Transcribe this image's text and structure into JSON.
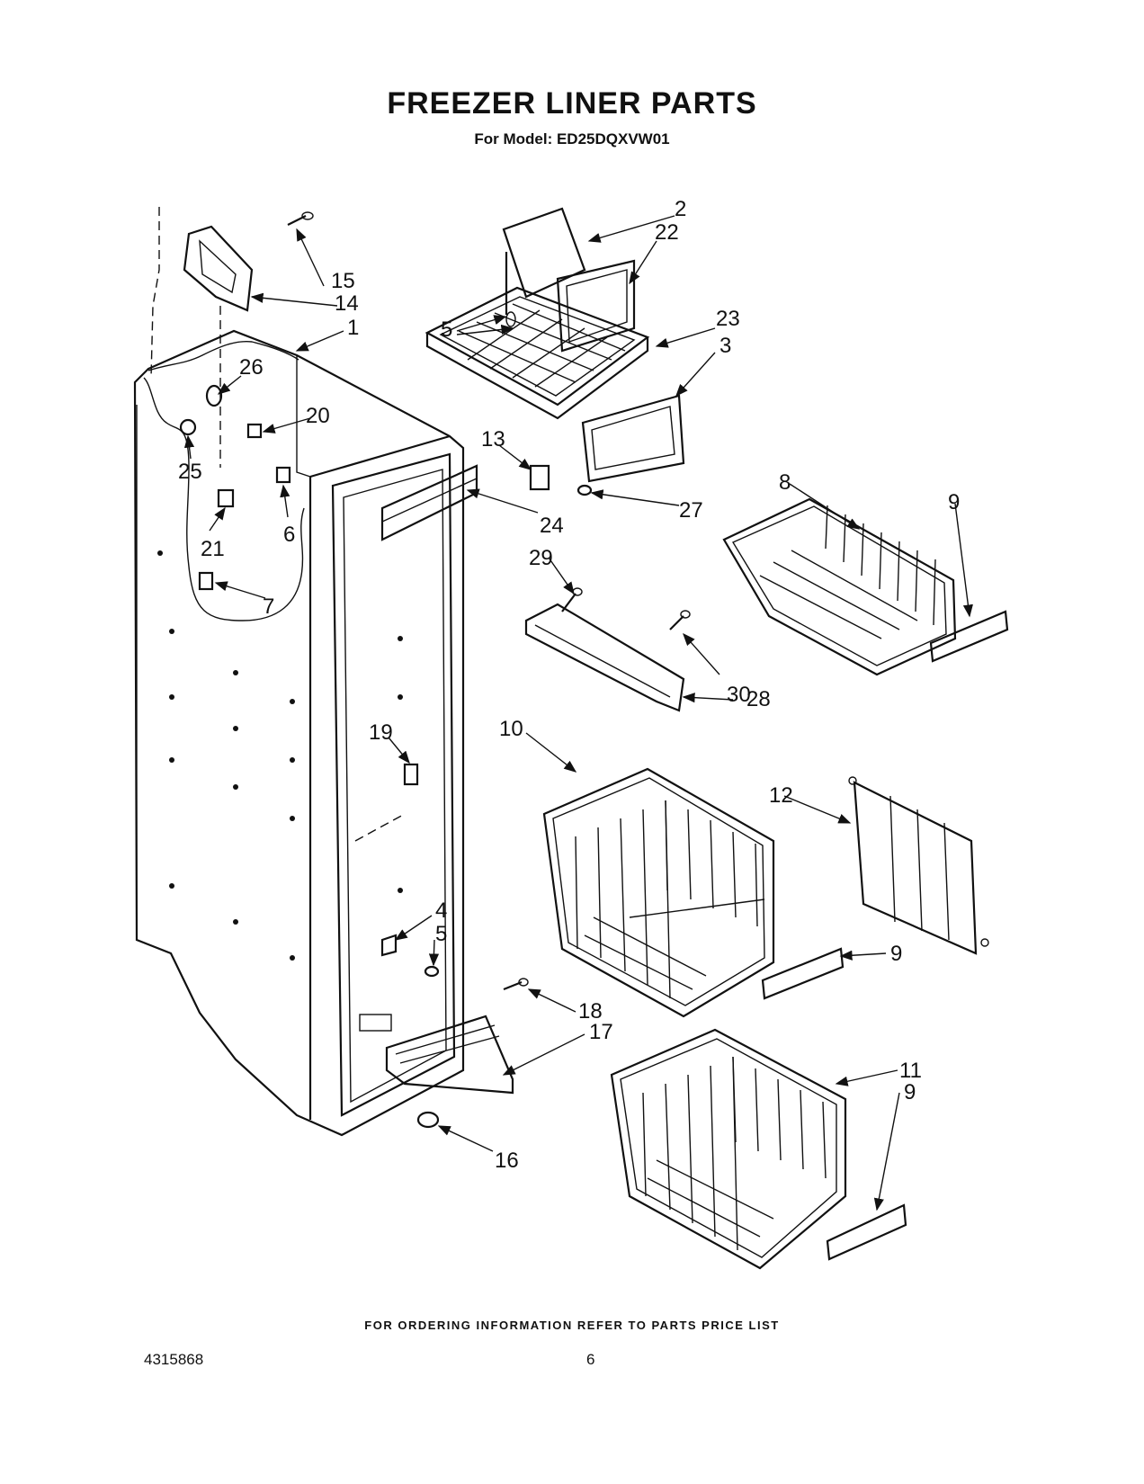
{
  "header": {
    "title": "FREEZER LINER PARTS",
    "subtitle": "For Model: ED25DQXVW01"
  },
  "footer": {
    "ordering_note": "FOR ORDERING INFORMATION REFER TO PARTS PRICE LIST",
    "document_number": "4315868",
    "page_number": "6"
  },
  "callouts": [
    {
      "id": "c1",
      "label": "1"
    },
    {
      "id": "c2",
      "label": "2"
    },
    {
      "id": "c3",
      "label": "3"
    },
    {
      "id": "c4",
      "label": "4"
    },
    {
      "id": "c5a",
      "label": "5"
    },
    {
      "id": "c5b",
      "label": "5"
    },
    {
      "id": "c6",
      "label": "6"
    },
    {
      "id": "c7",
      "label": "7"
    },
    {
      "id": "c8",
      "label": "8"
    },
    {
      "id": "c9a",
      "label": "9"
    },
    {
      "id": "c9b",
      "label": "9"
    },
    {
      "id": "c9c",
      "label": "9"
    },
    {
      "id": "c10",
      "label": "10"
    },
    {
      "id": "c11",
      "label": "11"
    },
    {
      "id": "c12",
      "label": "12"
    },
    {
      "id": "c13",
      "label": "13"
    },
    {
      "id": "c14",
      "label": "14"
    },
    {
      "id": "c15",
      "label": "15"
    },
    {
      "id": "c16",
      "label": "16"
    },
    {
      "id": "c17",
      "label": "17"
    },
    {
      "id": "c18",
      "label": "18"
    },
    {
      "id": "c19",
      "label": "19"
    },
    {
      "id": "c20",
      "label": "20"
    },
    {
      "id": "c21",
      "label": "21"
    },
    {
      "id": "c22",
      "label": "22"
    },
    {
      "id": "c23",
      "label": "23"
    },
    {
      "id": "c24",
      "label": "24"
    },
    {
      "id": "c25",
      "label": "25"
    },
    {
      "id": "c26",
      "label": "26"
    },
    {
      "id": "c27",
      "label": "27"
    },
    {
      "id": "c28",
      "label": "28"
    },
    {
      "id": "c29",
      "label": "29"
    },
    {
      "id": "c30",
      "label": "30"
    }
  ]
}
